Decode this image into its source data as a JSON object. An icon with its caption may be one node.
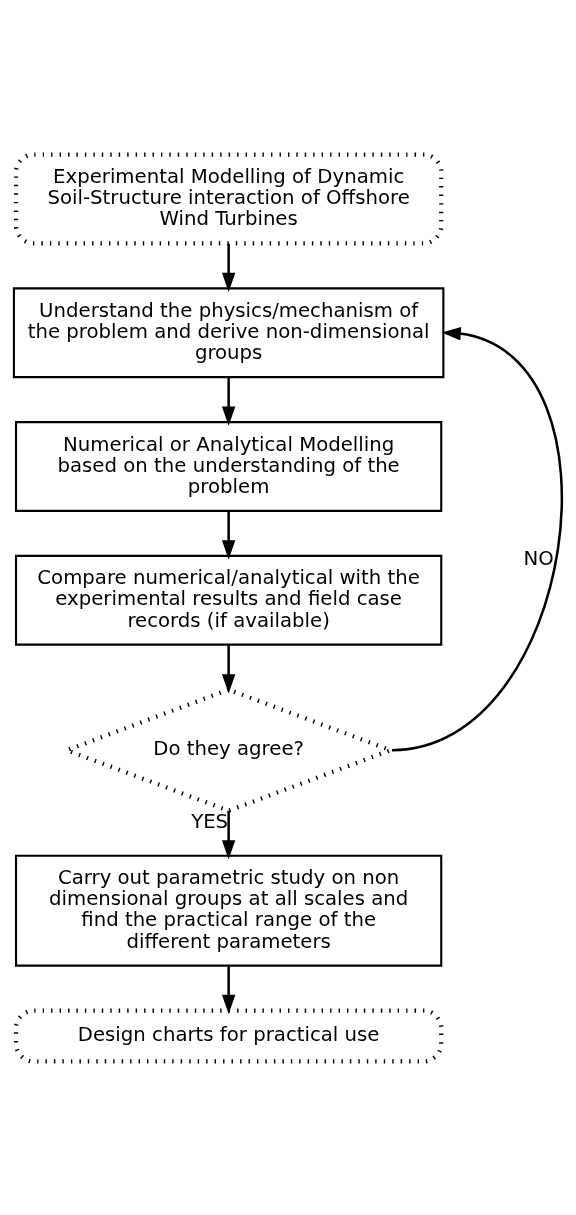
{
  "diagram": {
    "nodes": [
      {
        "text": [
          "Experimental Modelling of Dynamic Soil-Structure interaction of Offshore Wind Turbines"
        ]
      },
      {
        "text": [
          "Understand the physics/mechanism of the problem and derive non-dimensional groups"
        ]
      },
      {
        "text": [
          "Numerical or Analytical Modelling based on the understanding of the problem"
        ]
      },
      {
        "text": [
          "Compare numerical/analytical with the experimental results and field case records (if available)"
        ]
      },
      {
        "text": [
          "Do they agree?"
        ]
      },
      {
        "text": [
          "Carry out parametric study on non dimensional groups at all scales and find the practical range of the different parameters"
        ]
      },
      {
        "text": [
          "Design charts for practical use"
        ]
      }
    ],
    "edges": [
      {
        "from": 0,
        "to": 1,
        "arrow": "to"
      },
      {
        "from": 1,
        "to": 2,
        "arrow": "to"
      },
      {
        "from": 2,
        "to": 3,
        "arrow": "to"
      },
      {
        "from": 3,
        "to": 4,
        "arrow": "to"
      },
      {
        "from": 4,
        "to": 1,
        "arrow": "to",
        "label": "NO"
      },
      {
        "from": 4,
        "to": 5,
        "arrow": "to",
        "label": "YES"
      },
      {
        "from": 5,
        "to": 6,
        "arrow": "to"
      }
    ]
  }
}
